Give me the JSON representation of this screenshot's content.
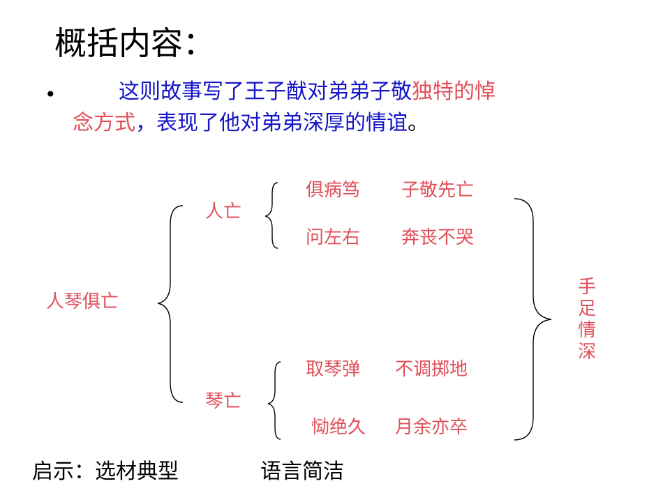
{
  "title": "概括内容：",
  "bullet": {
    "marker": "•",
    "line1": [
      {
        "text": "这则故事写了王子猷对弟弟子敬",
        "color": "blue"
      },
      {
        "text": "独特的悼",
        "color": "red"
      }
    ],
    "line2": [
      {
        "text": "念方式",
        "color": "red"
      },
      {
        "text": "，表现了他对弟弟深厚的情谊",
        "color": "blue"
      },
      {
        "text": "。",
        "color": "black"
      }
    ]
  },
  "diagram": {
    "root": "人琴俱亡",
    "branch_person": {
      "label": "人亡",
      "rows": [
        {
          "left": "俱病笃",
          "right": "子敬先亡"
        },
        {
          "left": "问左右",
          "right": "奔丧不哭"
        }
      ]
    },
    "branch_qin": {
      "label": "琴亡",
      "rows": [
        {
          "left": "取琴弹",
          "right": "不调掷地"
        },
        {
          "left": "恸绝久",
          "right": "月余亦卒"
        }
      ]
    },
    "conclusion": [
      "手",
      "足",
      "情",
      "深"
    ]
  },
  "footer": {
    "label": "启示：",
    "point1": "选材典型",
    "point2": "语言简洁"
  },
  "colors": {
    "blue": "#1414c8",
    "red": "#e0505a",
    "text": "#000000"
  }
}
